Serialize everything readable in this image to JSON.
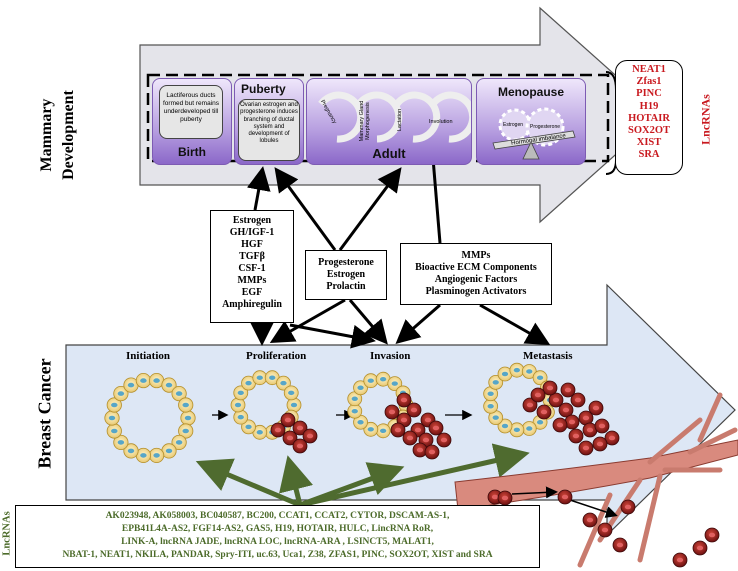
{
  "colors": {
    "purple_dark": "#7d5bb3",
    "purple_light": "#d9ccf1",
    "arrow_fill": "#e3e3ea",
    "cancer_arrow_fill": "#dde7f5",
    "lncrna_red": "#c9191f",
    "lncrna_green": "#4c6b2a",
    "arrow_green": "#4f6b2f",
    "cell_fill": "#f7e2a6",
    "nucleus": "#57a6c8",
    "tumor_red": "#8b1a1a"
  },
  "top": {
    "side_label_line1": "Mammary",
    "side_label_line2": "Development",
    "stages": {
      "birth": {
        "title": "Birth",
        "note": "Lactiferous ducts formed but remains underdeveloped till puberty"
      },
      "puberty": {
        "title": "Puberty",
        "note": "Ovarian estrogen and progesterone induces branching of ductal system and development of lobules"
      },
      "adult": {
        "title": "Adult",
        "cycle": [
          "Pregnancy",
          "Mammary Gland Morphogenesis",
          "Lactation",
          "Involution"
        ]
      },
      "menopause": {
        "title": "Menopause",
        "gears": [
          "Estrogen",
          "Progesterone"
        ],
        "balance": "Hormonal imbalance"
      }
    },
    "lncrna_label": "LncRNAs",
    "lncrnas": [
      "NEAT1",
      "Zfas1",
      "PINC",
      "H19",
      "HOTAIR",
      "SOX2OT",
      "XIST",
      "SRA"
    ]
  },
  "factors": {
    "box1": [
      "Estrogen",
      "GH/IGF-1",
      "HGF",
      "TGFβ",
      "CSF-1",
      "MMPs",
      "EGF",
      "Amphiregulin"
    ],
    "box2": [
      "Progesterone",
      "Estrogen",
      "Prolactin"
    ],
    "box3": [
      "MMPs",
      "Bioactive ECM Components",
      "Angiogenic Factors",
      "Plasminogen Activators"
    ]
  },
  "bottom": {
    "side_label": "Breast Cancer",
    "phases": [
      "Initiation",
      "Proliferation",
      "Invasion",
      "Metastasis"
    ],
    "lncrna_label": "LncRNAs",
    "lncrna_lines": [
      "AK023948, AK058003, BC040587, BC200, CCAT1, CCAT2, CYTOR, DSCAM-AS-1,",
      "EPB41L4A-AS2, FGF14-AS2, GAS5, H19, HOTAIR, HULC, LincRNA RoR,",
      "LINK-A, lncRNA JADE, lncRNA LOC, lncRNA-ARA , LSINCT5, MALAT1,",
      "NBAT-1, NEAT1, NKILA, PANDAR, Spry-ITI, uc.63, Uca1, Z38, ZFAS1, PINC, SOX2OT, XIST and SRA"
    ]
  }
}
